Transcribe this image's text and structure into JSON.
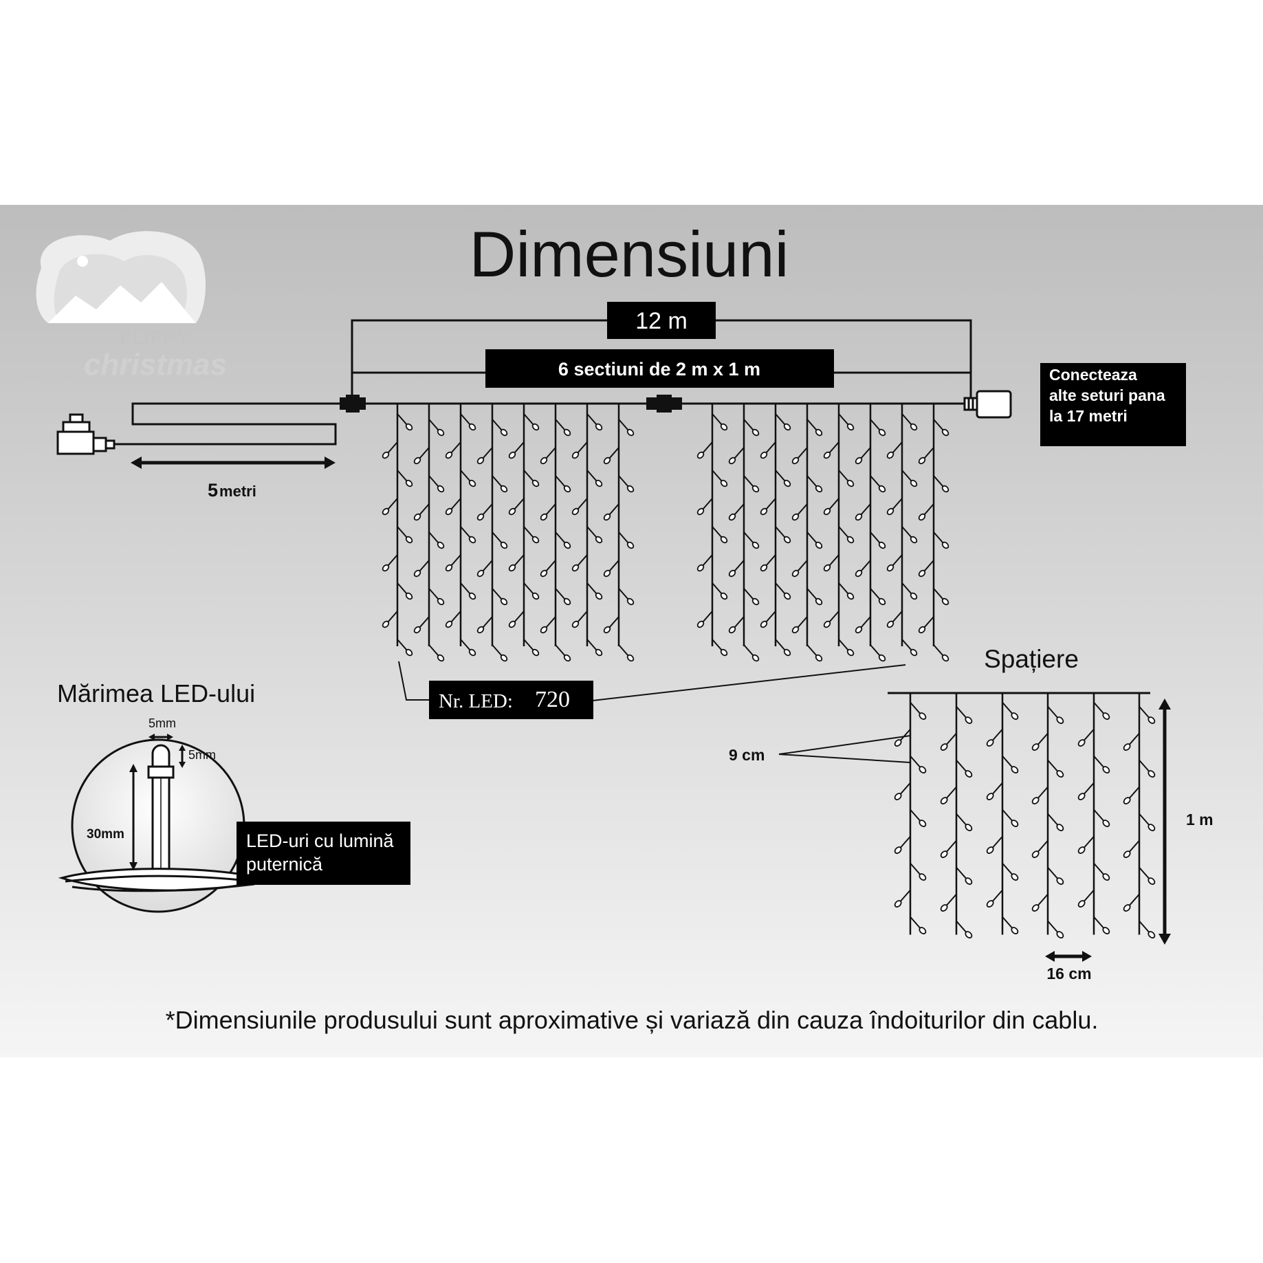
{
  "title": "Dimensiuni",
  "logo": {
    "line1": "FLIPPY",
    "line2": "christmas"
  },
  "total_length": "12 m",
  "sections": "6 sectiuni de 2 m x 1 m",
  "connect_note": [
    "Conecteaza",
    "alte seturi pana",
    "la 17 metri"
  ],
  "cable": {
    "number": "5",
    "unit": "metri"
  },
  "led_count": {
    "label": "Nr. LED:",
    "value": "720"
  },
  "led_size": {
    "heading": "Mărimea LED-ului",
    "width": "5mm",
    "height": "5mm",
    "length": "30mm",
    "note": [
      "LED-uri cu lumină",
      "puternică"
    ]
  },
  "spacing": {
    "heading": "Spațiere",
    "vertical": "9 cm",
    "horizontal": "16 cm",
    "drop": "1 m"
  },
  "footnote": "*Dimensiunile produsului sunt aproximative și variază din cauza îndoiturilor din cablu.",
  "colors": {
    "panel_top": "#bdbdbd",
    "panel_bottom": "#f4f4f4",
    "ink": "#111111",
    "box": "#000000",
    "box_text": "#ffffff"
  }
}
